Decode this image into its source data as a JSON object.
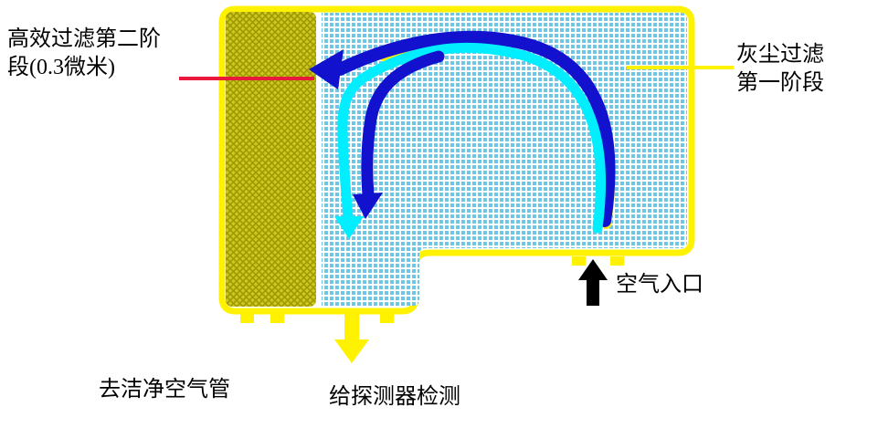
{
  "diagram_title": "air-filtration-two-stage-diagram",
  "colors": {
    "border_yellow": "#FFF200",
    "filter_olive": "#CFC722",
    "filter_hatch": "#9E9A00",
    "mesh_blue": "#6FC6E4",
    "flow_blue": "#1212CE",
    "flow_cyan": "#00EEFF",
    "flow_yellow": "#FFF200",
    "leader_red": "#E8193C",
    "ink_black": "#000000"
  },
  "labels": {
    "hepa_stage": "高效过滤第二阶\n段(0.3微米)",
    "dust_stage": "灰尘过滤\n第一阶段",
    "air_inlet": "空气入口",
    "clean_air_outlet": "去洁净空气管",
    "to_detector": "给探测器检测"
  }
}
